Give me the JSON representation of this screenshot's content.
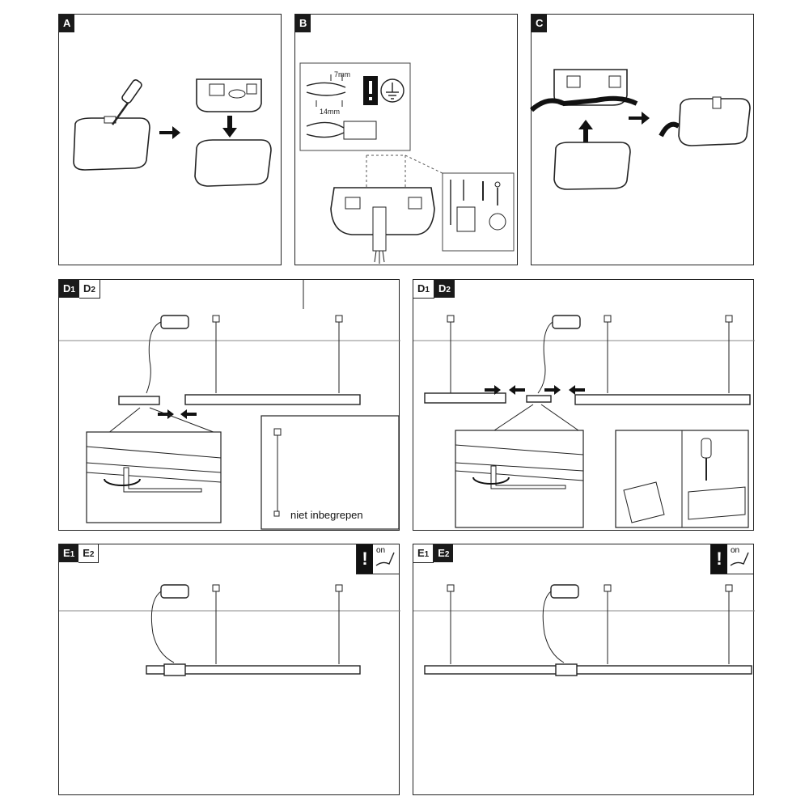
{
  "panels": {
    "a": {
      "badge": "A"
    },
    "b": {
      "badge": "B",
      "strip_short": "7mm",
      "strip_long": "14mm"
    },
    "c": {
      "badge": "C"
    },
    "d_left": {
      "badge_dark": "D",
      "badge_dark_sub": "1",
      "badge_light": "D",
      "badge_light_sub": "2",
      "note": "niet inbegrepen"
    },
    "d_right": {
      "badge_light": "D",
      "badge_light_sub": "1",
      "badge_dark": "D",
      "badge_dark_sub": "2"
    },
    "e_left": {
      "badge_dark": "E",
      "badge_dark_sub": "1",
      "badge_light": "E",
      "badge_light_sub": "2",
      "switch_label": "on"
    },
    "e_right": {
      "badge_light": "E",
      "badge_light_sub": "1",
      "badge_dark": "E",
      "badge_dark_sub": "2",
      "switch_label": "on"
    }
  },
  "colors": {
    "line": "#222222",
    "badge_bg": "#1a1a1a"
  },
  "icons": [
    "screwdriver-icon",
    "arrow-icon",
    "warning-icon",
    "ground-icon",
    "drill-icon",
    "dowel-icon",
    "hex-key-icon",
    "hand-switch-icon"
  ]
}
